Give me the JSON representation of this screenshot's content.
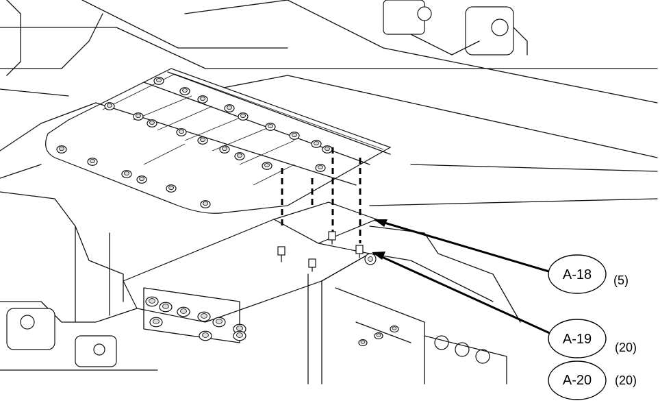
{
  "callouts": [
    {
      "label": "A-18",
      "qty": "(5)"
    },
    {
      "label": "A-19",
      "qty": "(20)"
    },
    {
      "label": "A-20",
      "qty": "(20)"
    }
  ],
  "colors": {
    "ink": "#000000",
    "background": "#ffffff"
  }
}
